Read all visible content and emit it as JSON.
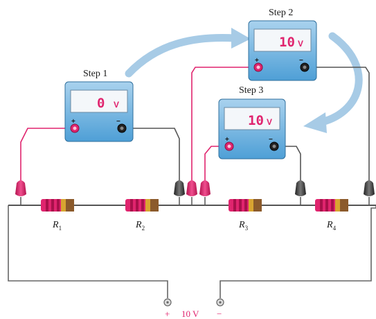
{
  "meters": [
    {
      "step_label": "Step 1",
      "reading": "0",
      "unit": "V",
      "plus": "+",
      "minus": "−"
    },
    {
      "step_label": "Step 2",
      "reading": "10",
      "unit": "V",
      "plus": "+",
      "minus": "−"
    },
    {
      "step_label": "Step 3",
      "reading": "10",
      "unit": "V",
      "plus": "+",
      "minus": "−"
    }
  ],
  "resistors": [
    {
      "symbol": "R",
      "sub": "1"
    },
    {
      "symbol": "R",
      "sub": "2"
    },
    {
      "symbol": "R",
      "sub": "3"
    },
    {
      "symbol": "R",
      "sub": "4"
    }
  ],
  "source": {
    "plus": "+",
    "value": "10 V",
    "minus": "−"
  },
  "colors": {
    "positive_lead": "#e0246e",
    "negative_lead": "#333333",
    "meter_body": "#4fa0d8",
    "lcd_background": "#f4f7fa",
    "arrow": "#a7cbe6",
    "resistor_body": "#e0246e",
    "resistor_band_gold": "#d8a531",
    "resistor_band_brown": "#8b5a2b"
  }
}
